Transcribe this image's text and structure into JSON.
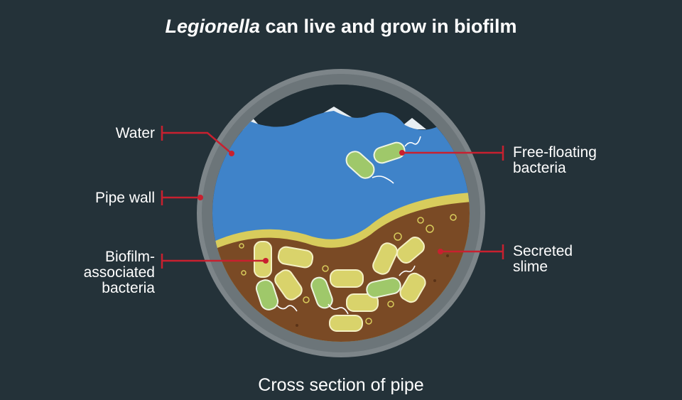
{
  "title": {
    "italic_part": "Legionella",
    "rest": " can live and grow in biofilm"
  },
  "labels": {
    "water": "Water",
    "pipe_wall": "Pipe wall",
    "biofilm_line1": "Biofilm-",
    "biofilm_line2": "associated",
    "biofilm_line3": "bacteria",
    "free_line1": "Free-floating",
    "free_line2": "bacteria",
    "slime_line1": "Secreted",
    "slime_line2": "slime"
  },
  "caption": "Cross section of pipe",
  "colors": {
    "background": "#243239",
    "pipe_wall": "#7d8589",
    "water": "#3f83c9",
    "biofilm_top": "#d8cc5c",
    "slime": "#7a4a25",
    "rod_bacteria": "#d9d36b",
    "legionella": "#9fc86a",
    "leader_line": "#c8202f"
  }
}
